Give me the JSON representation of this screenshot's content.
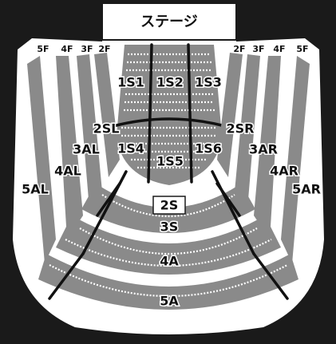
{
  "stage_label": "ステージ",
  "floor_labels_left": [
    "5F",
    "4F",
    "3F",
    "2F"
  ],
  "floor_labels_right": [
    "2F",
    "3F",
    "4F",
    "5F"
  ],
  "sections": {
    "s1s1": "1S1",
    "s1s2": "1S2",
    "s1s3": "1S3",
    "s2sl": "2SL",
    "s2sr": "2SR",
    "s3al": "3AL",
    "s1s4": "1S4",
    "s1s5": "1S5",
    "s1s6": "1S6",
    "s3ar": "3AR",
    "s4al": "4AL",
    "s4ar": "4AR",
    "s5al": "5AL",
    "s5ar": "5AR",
    "s2s": "2S",
    "s3s": "3S",
    "s4a": "4A",
    "s5a": "5A"
  },
  "colors": {
    "background": "#1a1a1a",
    "hall": "#ffffff",
    "seats": "#8a8a8a",
    "text": "#111111"
  }
}
